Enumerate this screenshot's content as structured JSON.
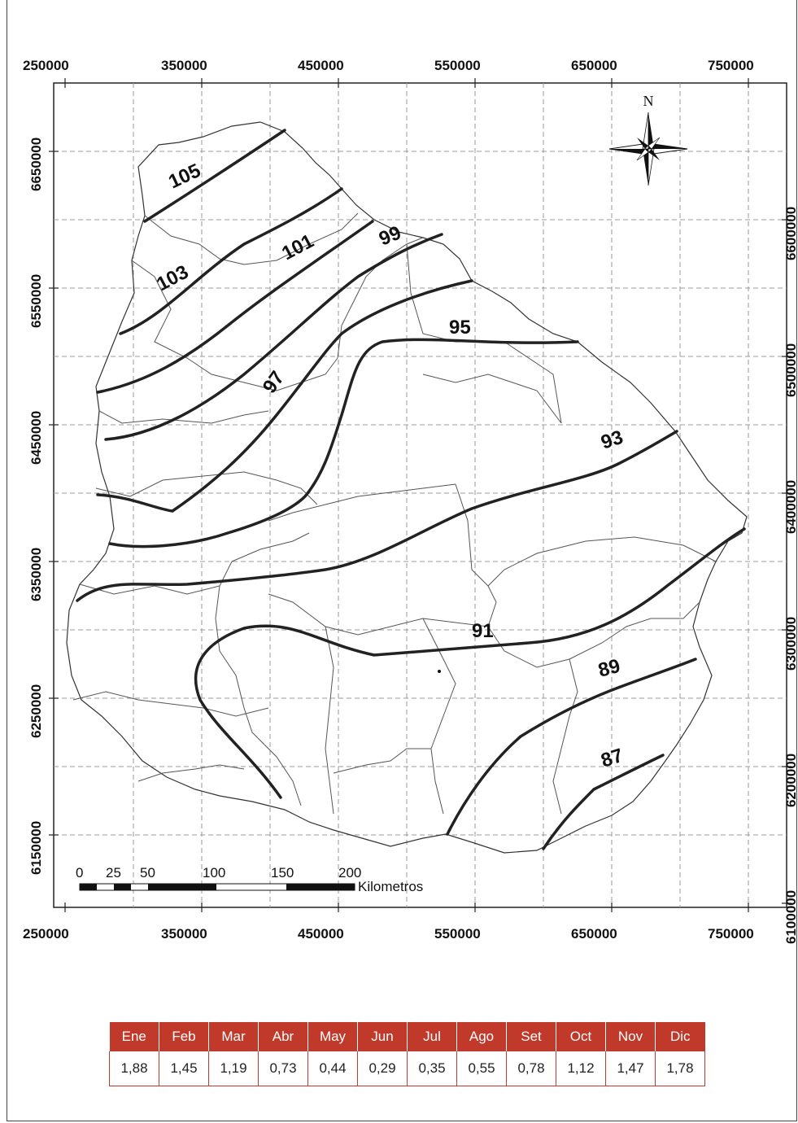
{
  "map": {
    "north_label": "N",
    "scale_unit": "Kilometros",
    "scale_ticks": [
      "0",
      "25",
      "50",
      "100",
      "150",
      "200"
    ],
    "easting_labels": [
      "250000",
      "350000",
      "450000",
      "550000",
      "650000",
      "750000"
    ],
    "northing_labels_left": [
      "6650000",
      "6550000",
      "6450000",
      "6350000",
      "6250000",
      "6150000"
    ],
    "northing_labels_right": [
      "6600000",
      "6500000",
      "6400000",
      "6300000",
      "6200000",
      "6100000"
    ],
    "isolines": [
      {
        "value": 105,
        "label": "105"
      },
      {
        "value": 103,
        "label": "103"
      },
      {
        "value": 101,
        "label": "101"
      },
      {
        "value": 99,
        "label": "99"
      },
      {
        "value": 97,
        "label": "97"
      },
      {
        "value": 95,
        "label": "95"
      },
      {
        "value": 93,
        "label": "93"
      },
      {
        "value": 91,
        "label": "91"
      },
      {
        "value": 89,
        "label": "89"
      },
      {
        "value": 87,
        "label": "87"
      }
    ]
  },
  "table": {
    "headers": [
      "Ene",
      "Feb",
      "Mar",
      "Abr",
      "May",
      "Jun",
      "Jul",
      "Ago",
      "Set",
      "Oct",
      "Nov",
      "Dic"
    ],
    "values": [
      "1,88",
      "1,45",
      "1,19",
      "0,73",
      "0,44",
      "0,29",
      "0,35",
      "0,55",
      "0,78",
      "1,12",
      "1,47",
      "1,78"
    ],
    "header_color": "#c0392b"
  }
}
